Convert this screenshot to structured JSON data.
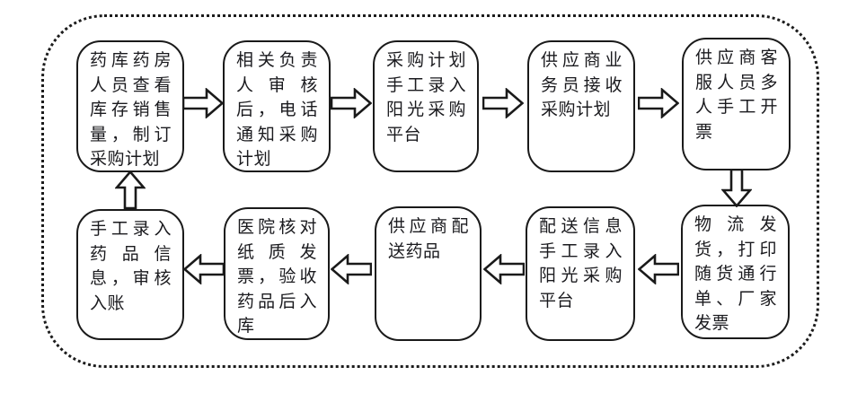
{
  "diagram": {
    "type": "flowchart",
    "description": "Manual pharmaceutical procurement process flow",
    "colors": {
      "line": "#1a1a1a",
      "text": "#1a1a1e",
      "background": "#ffffff"
    },
    "steps": [
      {
        "id": 1,
        "text": "药库药房人员查看库存销售量，制订采购计划"
      },
      {
        "id": 2,
        "text": "相关负责人审核后，电话通知采购计划"
      },
      {
        "id": 3,
        "text": "采购计划手工录入阳光采购平台"
      },
      {
        "id": 4,
        "text": "供应商业务员接收采购计划"
      },
      {
        "id": 5,
        "text": "供应商客服人员多人手工开票"
      },
      {
        "id": 6,
        "text": "物流发货，打印随货通行单、厂家发票"
      },
      {
        "id": 7,
        "text": "配送信息手工录入阳光采购平台"
      },
      {
        "id": 8,
        "text": "供应商配送药品"
      },
      {
        "id": 9,
        "text": "医院核对纸质发票，验收药品后入库"
      },
      {
        "id": 10,
        "text": "手工录入药品信息，审核入账"
      }
    ],
    "flow_order": [
      1,
      2,
      3,
      4,
      5,
      6,
      7,
      8,
      9,
      10,
      1
    ]
  }
}
